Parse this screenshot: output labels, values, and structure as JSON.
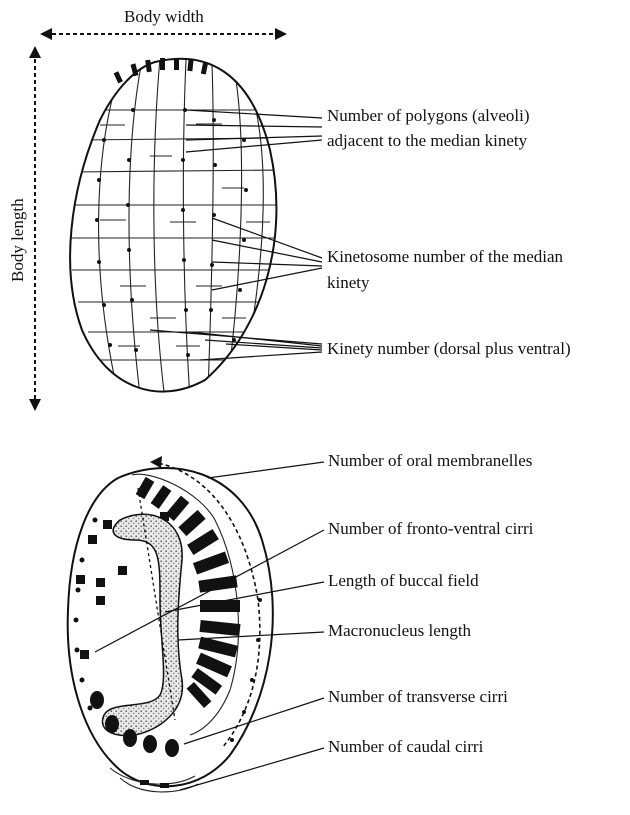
{
  "dimension_labels": {
    "body_width": "Body width",
    "body_length": "Body length"
  },
  "upper_labels": {
    "polygons_line1": "Number of polygons (alveoli)",
    "polygons_line2": "adjacent to the median kinety",
    "kinetosome_line1": "Kinetosome number of the median",
    "kinetosome_line2": "kinety",
    "kinety_number": "Kinety number (dorsal plus ventral)"
  },
  "lower_labels": {
    "oral_membranelles": "Number of oral membranelles",
    "fronto_ventral_cirri": "Number of fronto-ventral cirri",
    "buccal_field": "Length of buccal field",
    "macronucleus": "Macronucleus length",
    "transverse_cirri": "Number of transverse cirri",
    "caudal_cirri": "Number of caudal cirri"
  },
  "colors": {
    "ink": "#111111",
    "background": "#ffffff"
  }
}
